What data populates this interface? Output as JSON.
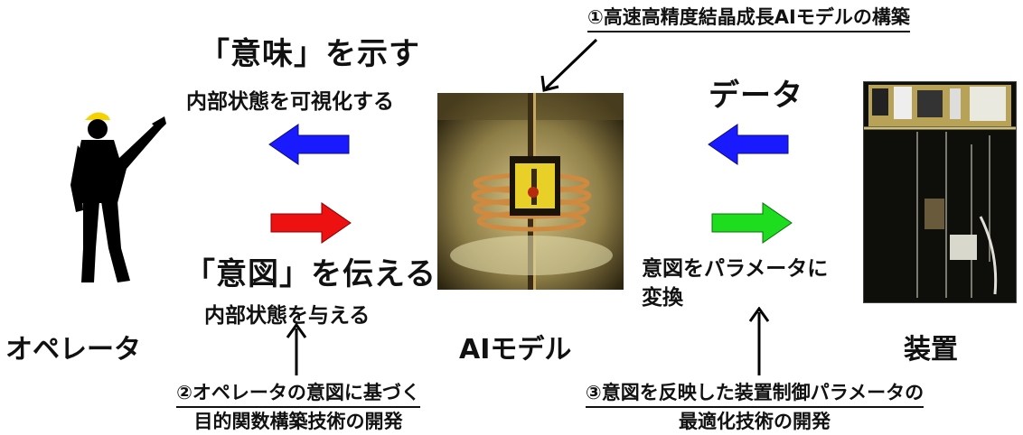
{
  "labels": {
    "meaning_title": "「意味」を示す",
    "meaning_sub": "内部状態を可視化する",
    "intent_title": "「意図」を伝える",
    "intent_sub": "内部状態を与える",
    "operator": "オペレータ",
    "ai_model": "AIモデル",
    "device": "装置",
    "data": "データ",
    "convert_line1": "意図をパラメータに",
    "convert_line2": "変換"
  },
  "notes": {
    "n1": "①高速高精度結晶成長AIモデルの構築",
    "n2_line1": "②オペレータの意図に基づく",
    "n2_line2": "目的関数構築技術の開発",
    "n3_line1": "③意図を反映した装置制御パラメータの",
    "n3_line2": "最適化技術の開発"
  },
  "colors": {
    "arrow_blue": "#1a1aff",
    "arrow_red": "#ee1111",
    "arrow_green": "#1edc1e"
  }
}
